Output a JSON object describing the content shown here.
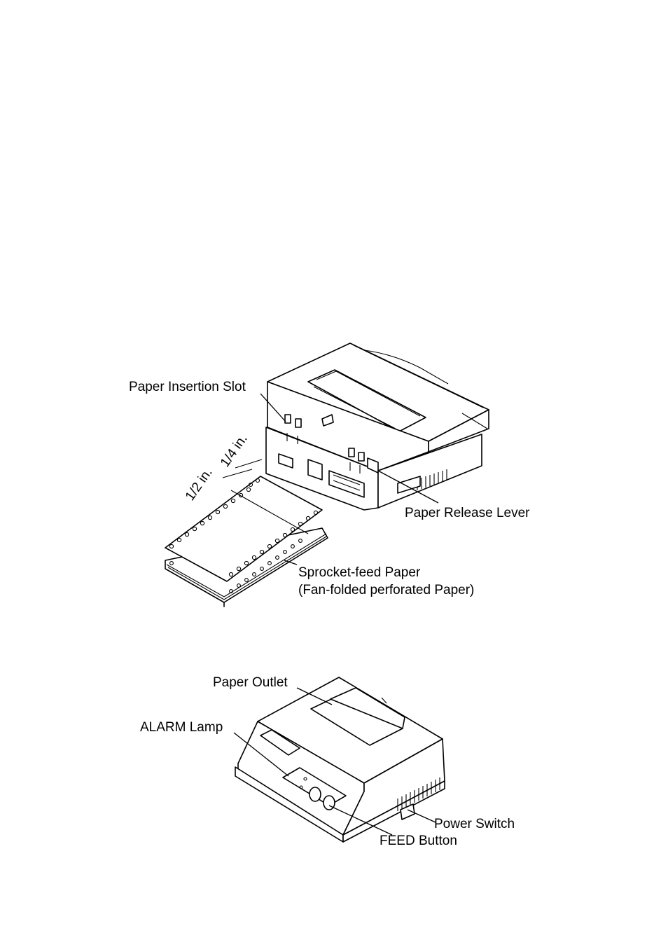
{
  "figure_top": {
    "labels": {
      "paper_insertion_slot": "Paper Insertion Slot",
      "paper_release_lever": "Paper Release Lever",
      "sprocket_feed_paper": "Sprocket-feed Paper",
      "fan_folded_paper": "(Fan-folded perforated Paper)",
      "half_inch": "1/2 in.",
      "quarter_inch": "1/4 in."
    }
  },
  "figure_bottom": {
    "labels": {
      "paper_outlet": "Paper Outlet",
      "alarm_lamp": "ALARM Lamp",
      "power_switch": "Power Switch",
      "feed_button": "FEED Button"
    }
  }
}
